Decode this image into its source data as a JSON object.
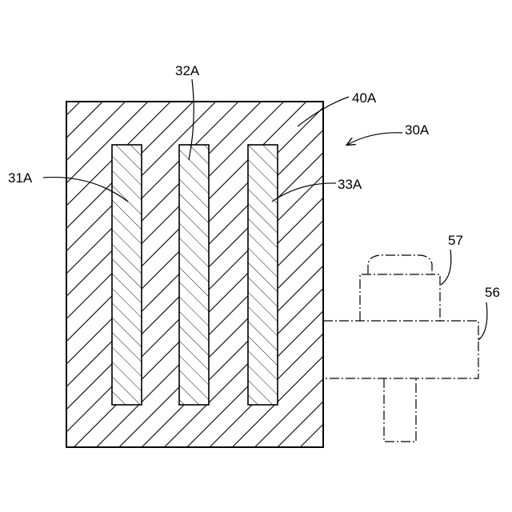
{
  "labels": {
    "l_32a": "32A",
    "l_40a": "40A",
    "l_30a": "30A",
    "l_31a": "31A",
    "l_33a": "33A",
    "l_57": "57",
    "l_56": "56"
  },
  "colors": {
    "line": "#000000",
    "background": "#ffffff"
  }
}
